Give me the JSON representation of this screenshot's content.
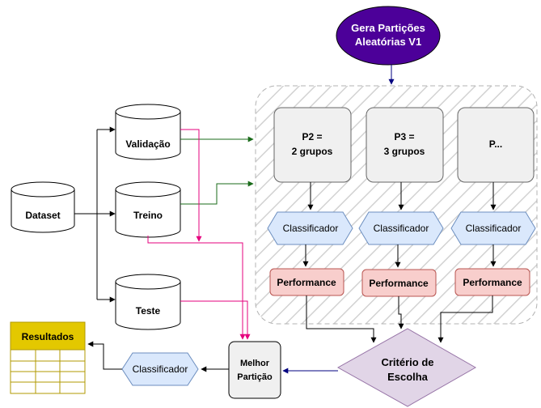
{
  "gen": {
    "line1": "Gera Partições",
    "line2": "Aleatórias V1"
  },
  "data": {
    "dataset": "Dataset",
    "validacao": "Validação",
    "treino": "Treino",
    "teste": "Teste"
  },
  "partitions": [
    {
      "line1": "P2 =",
      "line2": "2 grupos"
    },
    {
      "line1": "P3 =",
      "line2": "3 grupos"
    },
    {
      "line1": "P...",
      "line2": ""
    }
  ],
  "classifier_label": "Classificador",
  "performance_label": "Performance",
  "criterio": {
    "line1": "Critério de",
    "line2": "Escolha"
  },
  "melhor": {
    "line1": "Melhor",
    "line2": "Partição"
  },
  "final_classifier": "Classificador",
  "resultados": "Resultados",
  "colors": {
    "gen_fill": "#4c0099",
    "box_fill": "#f0f0f0",
    "hex_fill": "#dae8fc",
    "hex_stroke": "#6c8ebf",
    "perf_fill": "#f8cecc",
    "perf_stroke": "#b85450",
    "diamond_fill": "#e1d5e7",
    "diamond_stroke": "#9673a6",
    "table_fill": "#e3c800",
    "pink": "#e6007e",
    "green": "#1a6b1a",
    "navy": "#000080"
  }
}
